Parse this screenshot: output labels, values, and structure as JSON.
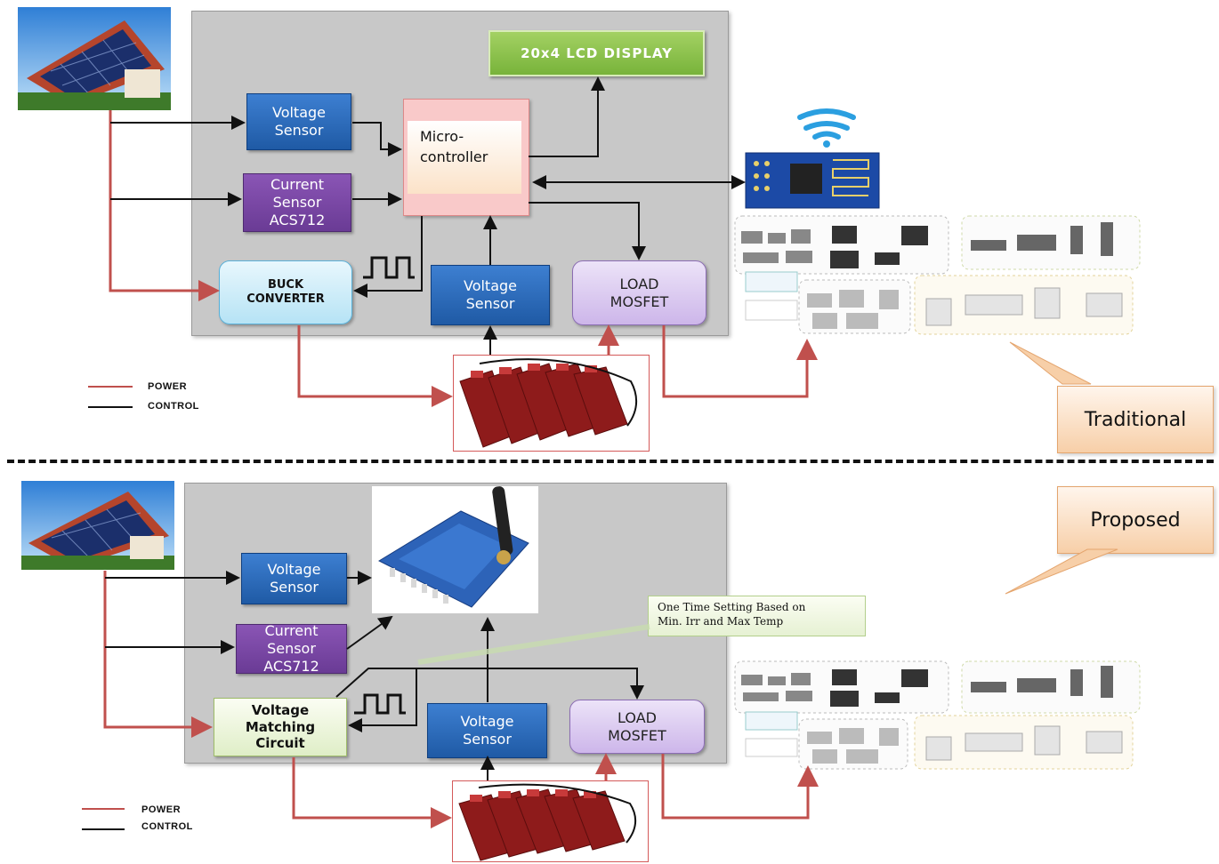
{
  "legend": {
    "power": "POWER",
    "control": "CONTROL",
    "power_color": "#c0504d",
    "control_color": "#111111"
  },
  "traditional": {
    "label": "Traditional",
    "lcd": "20x4  LCD  DISPLAY",
    "voltage_sensor_1": "Voltage\nSensor",
    "current_sensor": "Current\nSensor\nACS712",
    "microcontroller": "Micro-\ncontroller",
    "buck_converter": "BUCK\nCONVERTER",
    "voltage_sensor_2": "Voltage\nSensor",
    "load_mosfet": "LOAD\nMOSFET"
  },
  "proposed": {
    "label": "Proposed",
    "voltage_sensor_1": "Voltage\nSensor",
    "current_sensor": "Current\nSensor\nACS712",
    "voltage_matching": "Voltage\nMatching\nCircuit",
    "voltage_sensor_2": "Voltage\nSensor",
    "load_mosfet": "LOAD\nMOSFET",
    "note": "One Time Setting Based on\nMin. Irr and Max Temp"
  },
  "icons": [
    "solar-house-icon",
    "wifi-module-icon",
    "xbee-module-icon",
    "battery-bank-icon",
    "appliances-icon"
  ]
}
